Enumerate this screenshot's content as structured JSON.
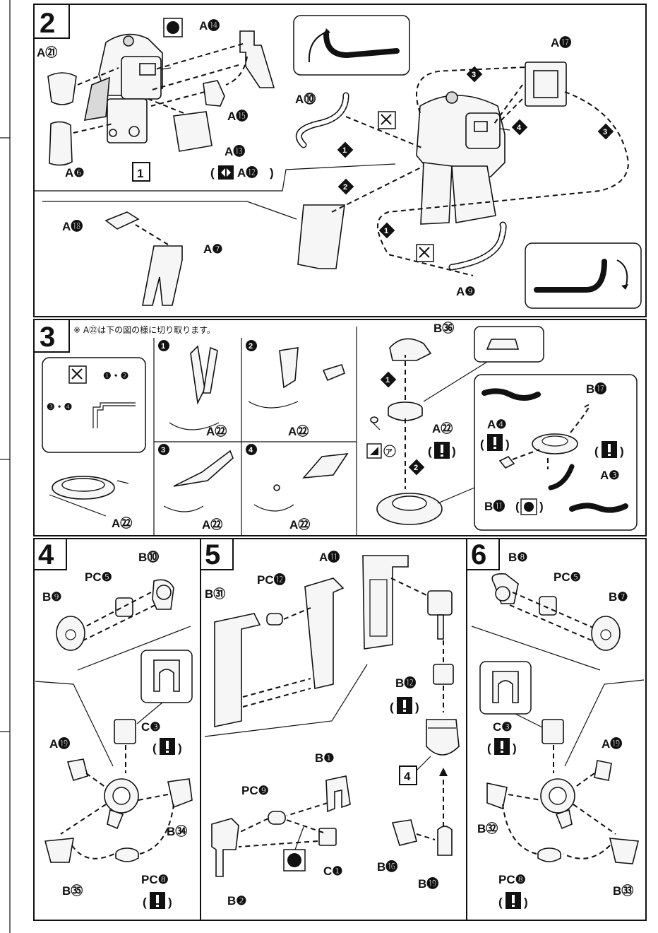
{
  "steps": [
    {
      "id": "2",
      "number": "2",
      "labels": {
        "a21": "A㉑",
        "a6": "A❻",
        "a14": "A⓮",
        "a15": "A⓯",
        "a13": "A⓭",
        "a12": "A⓬",
        "a10": "A⓾",
        "a17": "A⓱",
        "a18": "A⓲",
        "a7": "A❼",
        "a9": "A❾",
        "sub1": "1"
      },
      "arrows": [
        "1",
        "2",
        "3",
        "4"
      ]
    },
    {
      "id": "3",
      "number": "3",
      "note": "※ A㉒は下の図の様に切り取ります。",
      "labels": {
        "a22": "A㉒",
        "b36": "B㊱",
        "b17": "B⓱",
        "a4": "A❹",
        "a3": "A❸",
        "b11": "B⓫",
        "cut12": "❶・❷",
        "cut34": "❸・❹",
        "a": "ア"
      },
      "panels": [
        "1",
        "2",
        "3",
        "4"
      ]
    },
    {
      "id": "4",
      "number": "4",
      "labels": {
        "b10": "B⓾",
        "pce": "PC❺",
        "b9": "B❾",
        "c3": "C❸",
        "a19": "A⓳",
        "b34": "B㉞",
        "b35": "B㉟",
        "pch": "PC❽"
      }
    },
    {
      "id": "5",
      "number": "5",
      "labels": {
        "a11": "A⓫",
        "pcl": "PC⓬",
        "b31": "B㉛",
        "b12": "B⓬",
        "b1": "B❶",
        "pci": "PC❾",
        "c1": "C❶",
        "b2": "B❷",
        "b16": "B⓰",
        "b19": "B⓳",
        "sub4": "4"
      }
    },
    {
      "id": "6",
      "number": "6",
      "labels": {
        "b8": "B❽",
        "pce": "PC❺",
        "b7": "B❼",
        "c3": "C❸",
        "a19": "A⓳",
        "b32": "B㉜",
        "b33": "B㉝",
        "pch": "PC❽"
      }
    }
  ],
  "icons": [
    "cutter-icon",
    "attention-icon",
    "paint-dot-icon",
    "rotate-arrow-icon",
    "mirror-icon"
  ],
  "colors": {
    "line": "#111111",
    "paper": "#ffffff",
    "fill": "#f6f6f6"
  }
}
